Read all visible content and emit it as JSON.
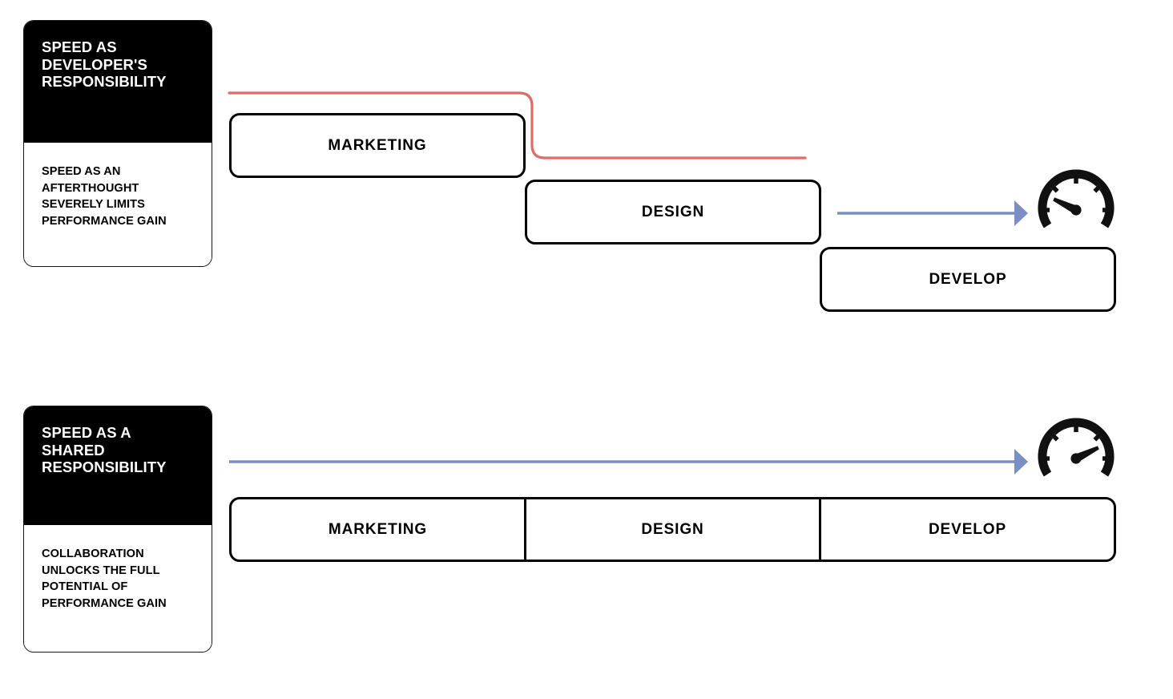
{
  "diagram": {
    "title": "Speed as developer's responsibility vs. shared responsibility",
    "colors": {
      "accent_red": "#E06B66",
      "accent_blue": "#7B8FC4",
      "box_border": "#000000",
      "card_header_bg": "#000000",
      "card_header_text": "#FFFFFF",
      "background": "#FFFFFF"
    }
  },
  "sections": [
    {
      "id": "siloed",
      "card": {
        "heading": "SPEED AS DEVELOPER'S RESPONSIBILITY",
        "body": "SPEED AS AN AFTERTHOUGHT SEVERELY LIMITS PERFORMANCE GAIN"
      },
      "stages": [
        {
          "label": "MARKETING"
        },
        {
          "label": "DESIGN"
        },
        {
          "label": "DEVELOP"
        }
      ],
      "connectors": [
        {
          "name": "drop-off-line",
          "color": "#E06B66",
          "style": "stepped",
          "arrowhead": false
        },
        {
          "name": "speed-arrow",
          "color": "#7B8FC4",
          "style": "straight",
          "arrowhead": true
        }
      ],
      "gauge": {
        "name": "speedometer-low",
        "reading": "low"
      }
    },
    {
      "id": "shared",
      "card": {
        "heading": "SPEED AS A SHARED RESPONSIBILITY",
        "body": "COLLABORATION UNLOCKS THE FULL POTENTIAL OF PERFORMANCE GAIN"
      },
      "stages": [
        {
          "label": "MARKETING"
        },
        {
          "label": "DESIGN"
        },
        {
          "label": "DEVELOP"
        }
      ],
      "connectors": [
        {
          "name": "speed-arrow",
          "color": "#7B8FC4",
          "style": "straight",
          "arrowhead": true
        }
      ],
      "gauge": {
        "name": "speedometer-high",
        "reading": "high"
      }
    }
  ]
}
